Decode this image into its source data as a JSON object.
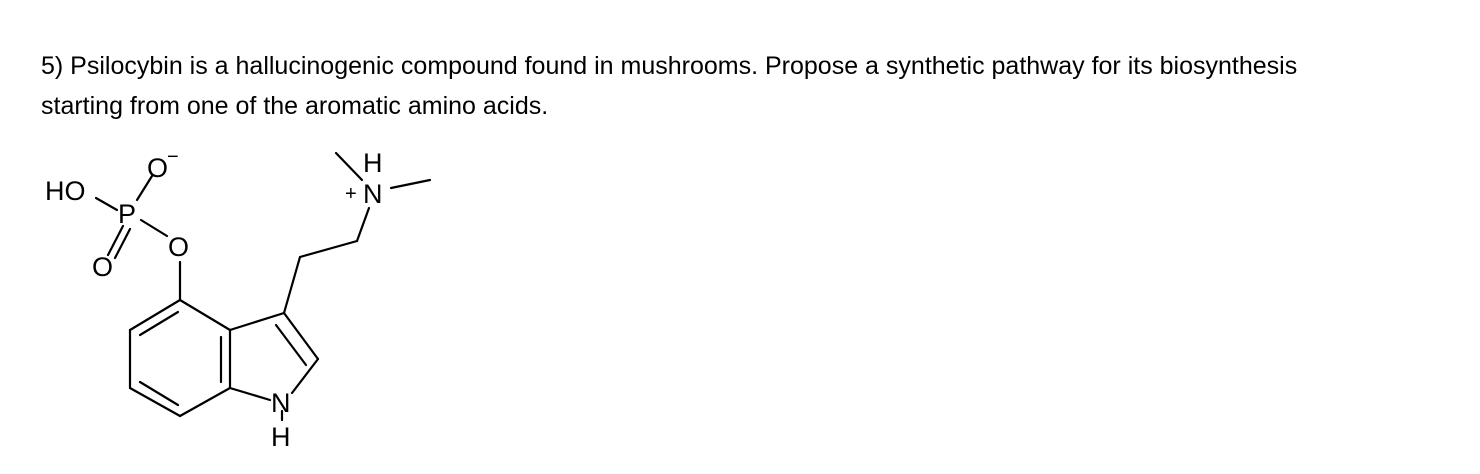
{
  "question": {
    "line1": "5) Psilocybin is a hallucinogenic compound found in mushrooms. Propose a synthetic pathway for its biosynthesis",
    "line2": "starting from one of the aromatic amino acids."
  },
  "structure": {
    "labels": {
      "o_minus": "O",
      "minus_sign": "−",
      "ho": "HO",
      "p": "P",
      "o_ester": "O",
      "o_double": "O",
      "h_top": "H",
      "n_plus": "N",
      "plus_sign": "+",
      "n_indole": "N",
      "h_indole": "H"
    }
  }
}
